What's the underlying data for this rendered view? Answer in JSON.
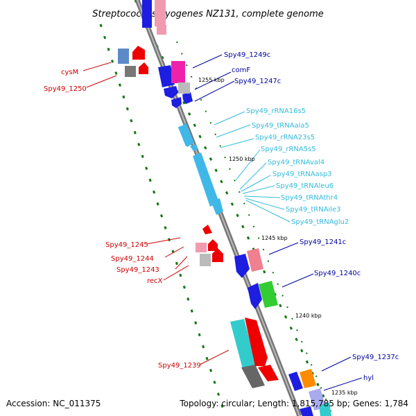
{
  "title": "Streptococcus pyogenes NZ131, complete genome",
  "accession": "Accession: NC_011375",
  "topology": "Topology: circular; Length: 1,815,785 bp; Genes: 1,784",
  "colors": {
    "reverse_label": "#cc0000",
    "forward_label": "#00009c",
    "rna_label": "#33bbdd",
    "backbone": "#888888",
    "tick": "#117711"
  },
  "ruler_labels": [
    "1255 kbp",
    "1250 kbp",
    "1245 kbp",
    "1240 kbp",
    "1235 kbp"
  ],
  "left_labels": [
    "cysM",
    "Spy49_1250",
    "Spy49_1245",
    "Spy49_1244",
    "Spy49_1243",
    "recX",
    "Spy49_1239"
  ],
  "right_labels": [
    "Spy49_1249c",
    "comF",
    "Spy49_1247c",
    "Spy49_1241c",
    "Spy49_1240c",
    "Spy49_1237c",
    "hyl"
  ],
  "rna_labels": [
    "Spy49_rRNA16s5",
    "Spy49_tRNAala5",
    "Spy49_rRNA23s5",
    "Spy49_rRNA5s5",
    "Spy49_tRNAval4",
    "Spy49_tRNAasp3",
    "Spy49_tRNAleu6",
    "Spy49_tRNAthr4",
    "Spy49_tRNAile3",
    "Spy49_tRNAglu2"
  ]
}
